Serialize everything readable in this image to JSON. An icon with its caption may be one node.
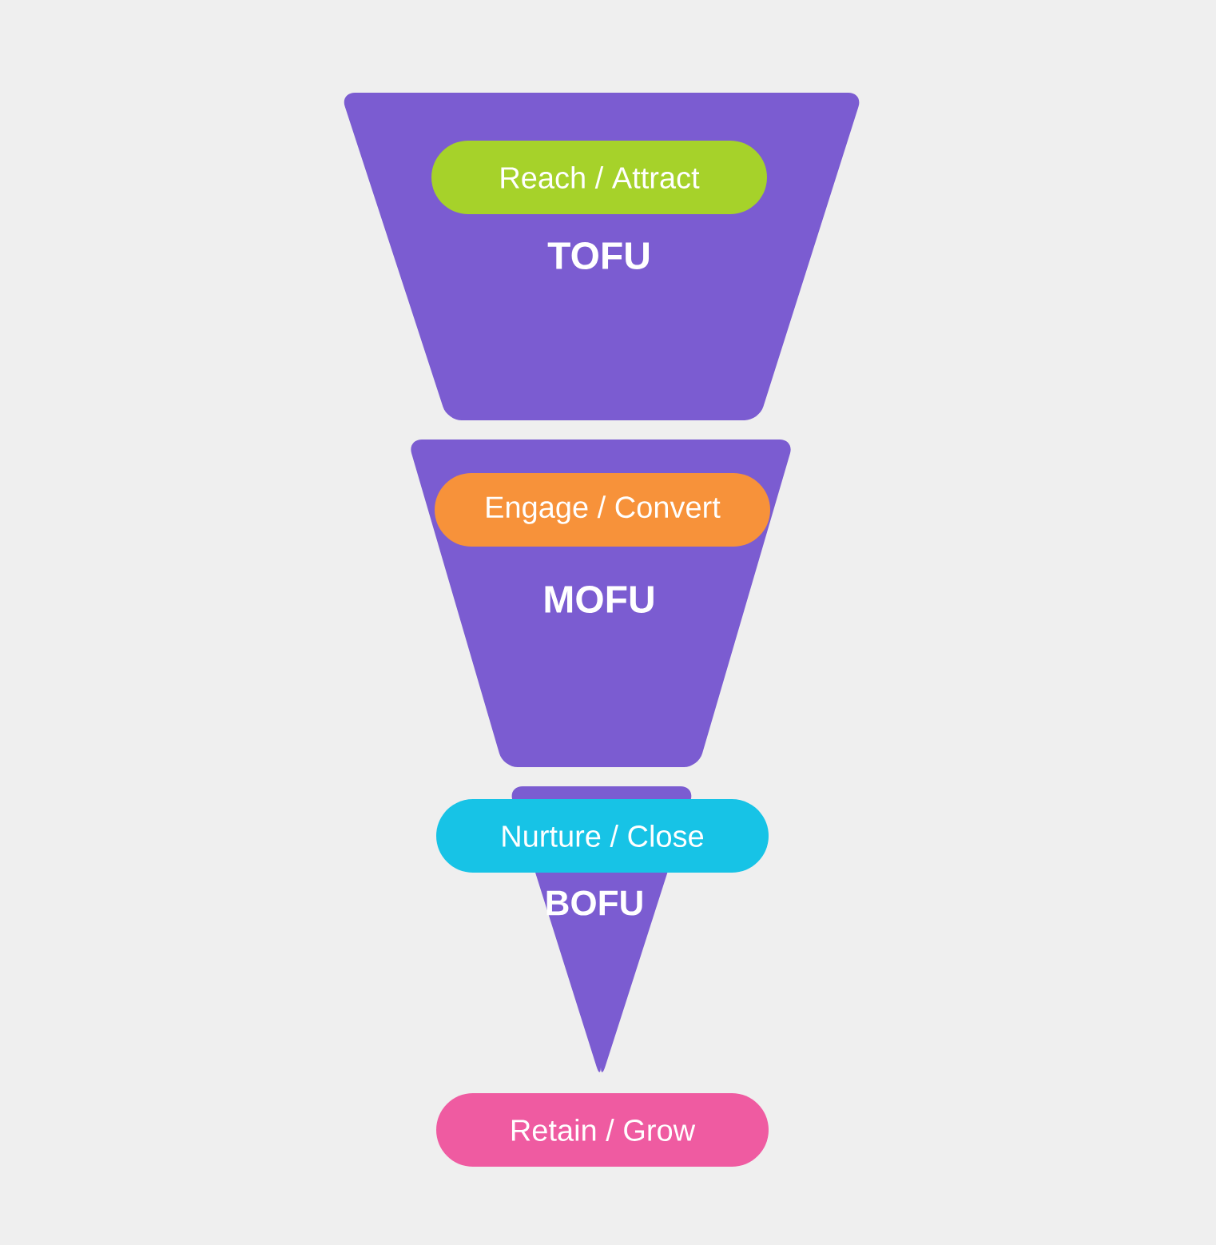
{
  "diagram": {
    "nodes": [
      {
        "text": [
          "TOFU"
        ]
      },
      {
        "text": [
          "Reach / Attract"
        ],
        "in": 0
      },
      {
        "text": [
          "MOFU"
        ]
      },
      {
        "text": [
          "Engage / Convert"
        ],
        "in": 2
      },
      {
        "text": [
          "BOFU"
        ]
      },
      {
        "text": [
          "Nurture / Close"
        ]
      },
      {
        "text": [
          "Retain / Grow"
        ]
      }
    ]
  }
}
